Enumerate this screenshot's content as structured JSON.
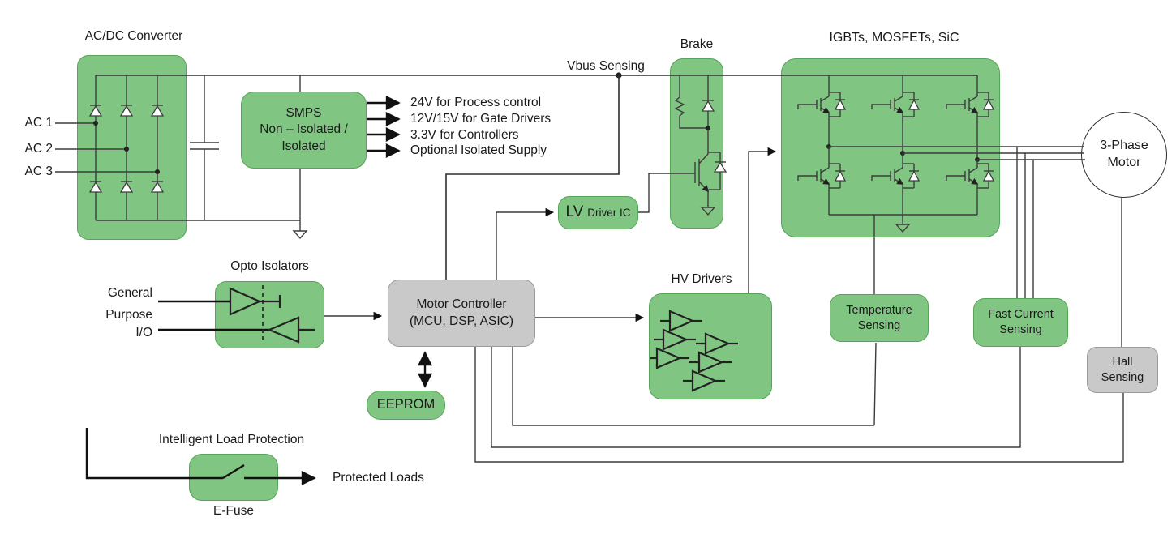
{
  "colors": {
    "block_green": "#80c582",
    "block_green_border": "#55a457",
    "block_gray": "#c9c9c9",
    "block_gray_border": "#9a9a9a",
    "wire": "#3c3c3c",
    "text": "#1a1a1a",
    "background": "#ffffff"
  },
  "acdc": {
    "title": "AC/DC Converter",
    "ac1": "AC 1",
    "ac2": "AC 2",
    "ac3": "AC 3"
  },
  "smps": {
    "l1": "SMPS",
    "l2": "Non – Isolated /",
    "l3": "Isolated",
    "out1": "24V for Process control",
    "out2": "12V/15V for Gate Drivers",
    "out3": "3.3V for Controllers",
    "out4": "Optional Isolated Supply"
  },
  "vbus_label": "Vbus Sensing",
  "brake_label": "Brake",
  "igbt_label": "IGBTs, MOSFETs, SiC",
  "motor": {
    "l1": "3-Phase",
    "l2": "Motor"
  },
  "opto": {
    "title": "Opto Isolators",
    "gp1": "General",
    "gp2": "Purpose",
    "gp3": "I/O"
  },
  "mc": {
    "l1": "Motor Controller",
    "l2": "(MCU, DSP, ASIC)"
  },
  "lv": {
    "big": "LV",
    "small": "Driver IC"
  },
  "hv_label": "HV Drivers",
  "temp": {
    "l1": "Temperature",
    "l2": "Sensing"
  },
  "fcs": {
    "l1": "Fast Current",
    "l2": "Sensing"
  },
  "hall": {
    "l1": "Hall",
    "l2": "Sensing"
  },
  "eeprom_label": "EEPROM",
  "efuse": {
    "title": "Intelligent Load Protection",
    "label": "E-Fuse",
    "output": "Protected Loads"
  }
}
